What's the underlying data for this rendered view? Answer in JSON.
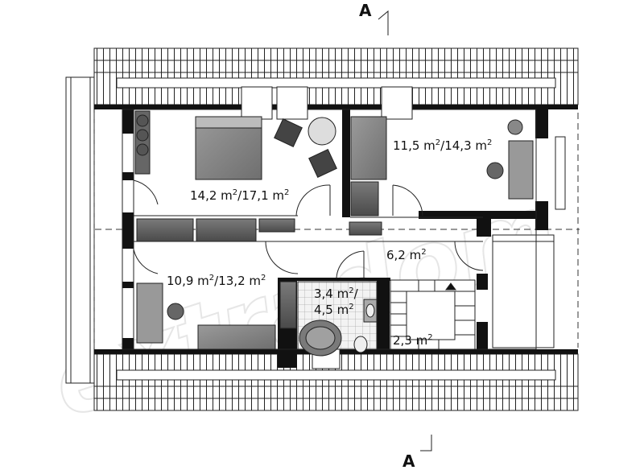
{
  "section_marker": {
    "top": "A",
    "bottom": "A"
  },
  "watermark": "extradom",
  "rooms": {
    "bedroom_large": {
      "area": "14,2 m",
      "sep": "/",
      "usable": "17,1 m",
      "exp": "2"
    },
    "bedroom_right": {
      "area": "11,5 m",
      "sep": "/",
      "usable": "14,3 m",
      "exp": "2"
    },
    "bedroom_left": {
      "area": "10,9 m",
      "sep": "/",
      "usable": "13,2 m",
      "exp": "2"
    },
    "hall": {
      "area": "6,2 m",
      "exp": "2"
    },
    "bathroom": {
      "area": "3,4 m",
      "sep": "/",
      "usable": "4,5 m",
      "exp": "2"
    },
    "stairs": {
      "area": "2,3 m",
      "exp": "2"
    }
  }
}
